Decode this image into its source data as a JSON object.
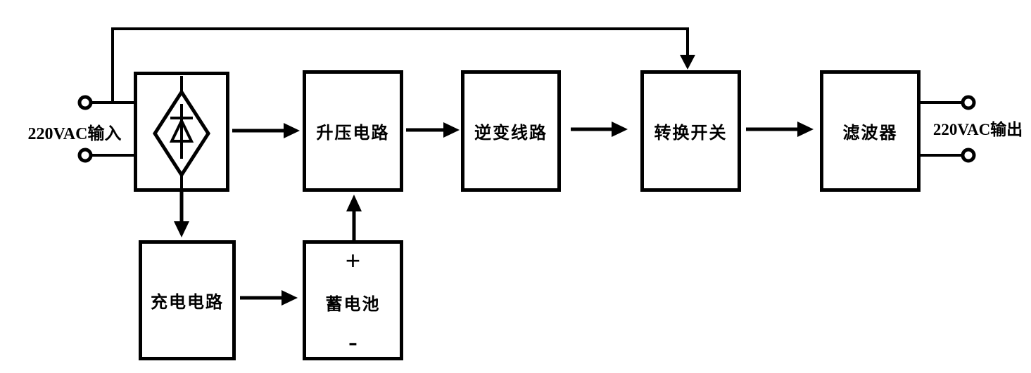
{
  "diagram": {
    "colors": {
      "line": "#000000",
      "background": "#ffffff",
      "text": "#000000"
    },
    "terminals": {
      "input_label": "220VAC输入",
      "output_label": "220VAC输出"
    },
    "blocks": {
      "boost": {
        "label": "升压电路"
      },
      "inverter": {
        "label": "逆变线路"
      },
      "transfer": {
        "label": "转换开关"
      },
      "filter": {
        "label": "滤波器"
      },
      "charger": {
        "label": "充电电路"
      },
      "battery": {
        "label": "蓄电池",
        "positive": "+",
        "negative": "-"
      }
    },
    "icons": {
      "rectifier_symbol": "diode-bridge-icon",
      "terminal_symbol": "circle-terminal-icon",
      "arrow_symbol": "solid-arrowhead-icon"
    }
  }
}
